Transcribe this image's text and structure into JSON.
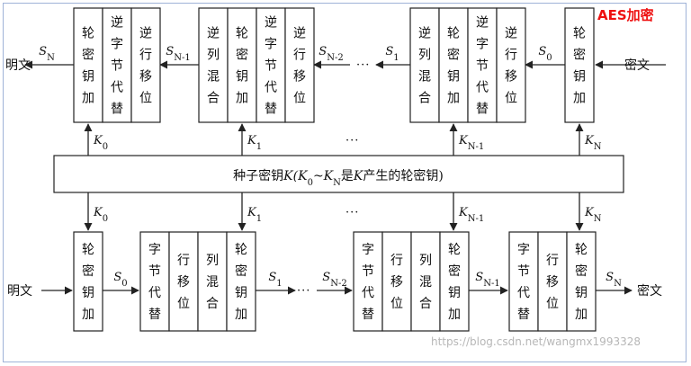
{
  "title": "AES加密",
  "watermark": "https://blog.csdn.net/wangmx1993328",
  "key": {
    "text_a": "种子密钥",
    "text_b": "K(K",
    "text_c": "0",
    "text_d": "~K",
    "text_e": "N",
    "text_f": "是",
    "text_g": "K",
    "text_h": "产生的轮密钥)"
  },
  "blocks": {
    "ark": [
      "轮",
      "密",
      "钥",
      "加"
    ],
    "isb": [
      "逆",
      "字",
      "节",
      "代",
      "替"
    ],
    "isr": [
      "逆",
      "行",
      "移",
      "位"
    ],
    "imc": [
      "逆",
      "列",
      "混",
      "合"
    ],
    "sb": [
      "字",
      "节",
      "代",
      "替"
    ],
    "sr": [
      "行",
      "移",
      "位"
    ],
    "mc": [
      "列",
      "混",
      "合"
    ]
  },
  "io": {
    "plaintext": "明文",
    "ciphertext": "密文"
  },
  "states": {
    "top": [
      {
        "main": "S",
        "sub": "N"
      },
      {
        "main": "S",
        "sub": "N-1"
      },
      {
        "main": "S",
        "sub": "N-2"
      },
      {
        "main": "S",
        "sub": "1"
      },
      {
        "main": "S",
        "sub": "0"
      }
    ],
    "bottom": [
      {
        "main": "S",
        "sub": "0"
      },
      {
        "main": "S",
        "sub": "1"
      },
      {
        "main": "S",
        "sub": "N-2"
      },
      {
        "main": "S",
        "sub": "N-1"
      },
      {
        "main": "S",
        "sub": "N"
      }
    ]
  },
  "keys_top": [
    {
      "main": "K",
      "sub": "0"
    },
    {
      "main": "K",
      "sub": "1"
    },
    {
      "main": "K",
      "sub": "N-1"
    },
    {
      "main": "K",
      "sub": "N"
    }
  ],
  "keys_bottom": [
    {
      "main": "K",
      "sub": "0"
    },
    {
      "main": "K",
      "sub": "1"
    },
    {
      "main": "K",
      "sub": "N-1"
    },
    {
      "main": "K",
      "sub": "N"
    }
  ],
  "dots": "···"
}
